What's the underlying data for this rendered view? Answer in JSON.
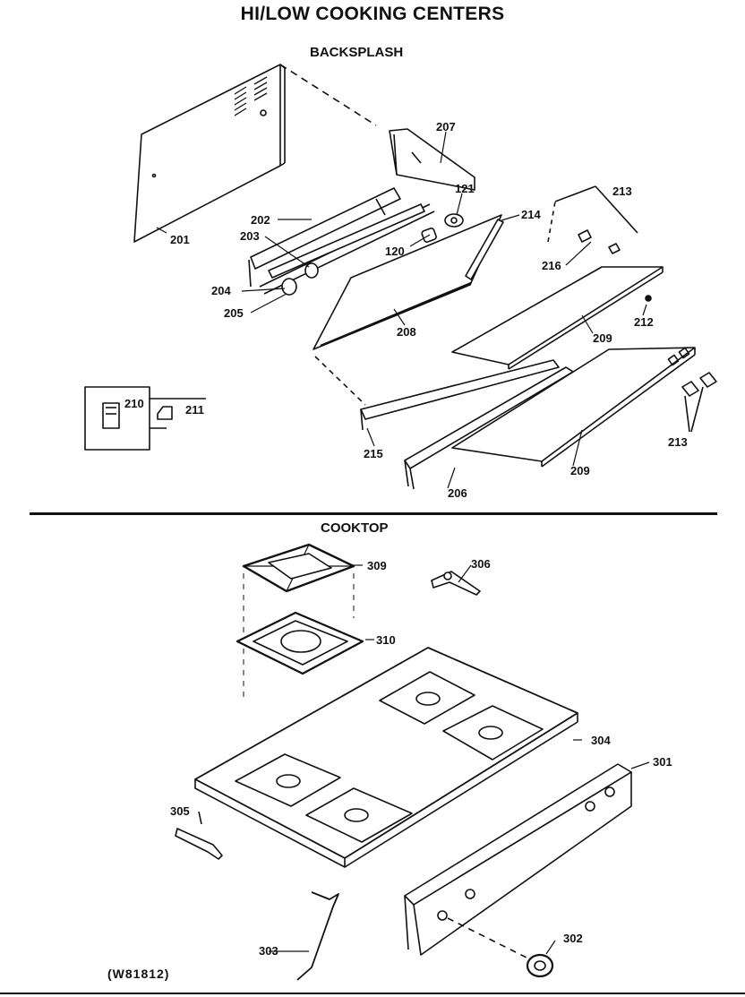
{
  "title": "HI/LOW COOKING CENTERS",
  "sections": {
    "backsplash": "BACKSPLASH",
    "cooktop": "COOKTOP"
  },
  "drawing_code": "(W81812)",
  "parts": {
    "p201": "201",
    "p202": "202",
    "p203": "203",
    "p204": "204",
    "p205": "205",
    "p206": "206",
    "p207": "207",
    "p208": "208",
    "p209a": "209",
    "p209b": "209",
    "p210": "210",
    "p211": "211",
    "p212": "212",
    "p213a": "213",
    "p213b": "213",
    "p214": "214",
    "p215": "215",
    "p216": "216",
    "p120": "120",
    "p121": "121",
    "p301": "301",
    "p302": "302",
    "p303": "303",
    "p304": "304",
    "p305": "305",
    "p306": "306",
    "p309": "309",
    "p310": "310"
  }
}
